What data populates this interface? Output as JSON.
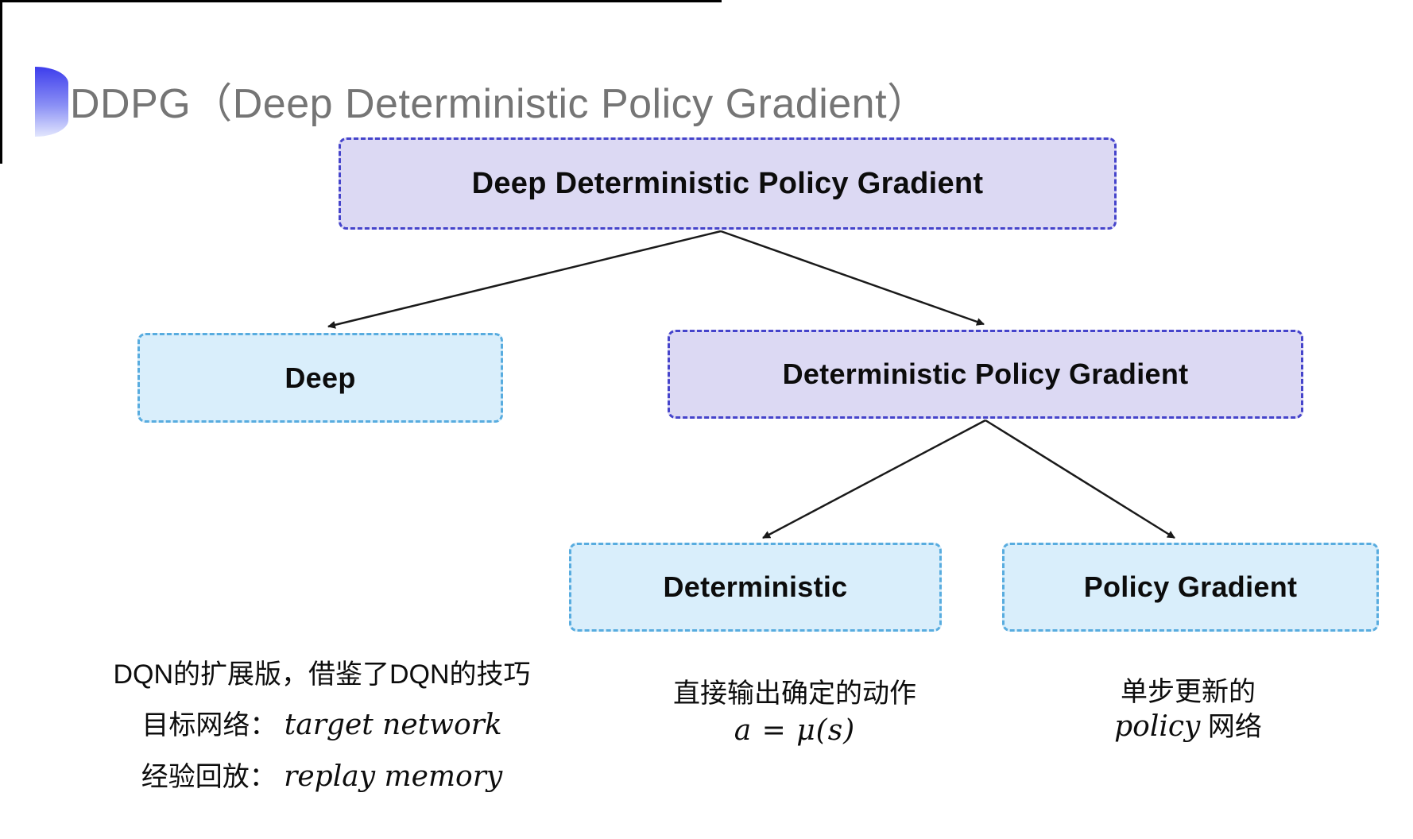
{
  "title": {
    "text": "DDPG（Deep Deterministic Policy Gradient）"
  },
  "tree": {
    "root": {
      "label": "Deep Deterministic Policy Gradient"
    },
    "children": [
      {
        "label": "Deep"
      },
      {
        "label": "Deterministic Policy Gradient"
      }
    ],
    "grandchildren": [
      {
        "label": "Deterministic"
      },
      {
        "label": "Policy Gradient"
      }
    ]
  },
  "annotations": {
    "deep": {
      "line1": "DQN的扩展版，借鉴了DQN的技巧",
      "target_label": "目标网络：",
      "target_value": "target network",
      "replay_label": "经验回放：",
      "replay_value": "replay memory"
    },
    "deterministic": {
      "line1": "直接输出确定的动作",
      "formula": "a = μ(s)"
    },
    "policy_gradient": {
      "line1": "单步更新的",
      "word_en": "policy",
      "word_zh": "网络"
    }
  },
  "icons": {
    "title_bullet": "half-circle-gradient-bullet"
  },
  "colors": {
    "purple_fill": "#dcd9f3",
    "purple_border": "#4544cb",
    "cyan_fill": "#d9eefb",
    "cyan_border": "#58acdf",
    "title_gray": "#757575",
    "arrow_black": "#1a1a1a"
  }
}
